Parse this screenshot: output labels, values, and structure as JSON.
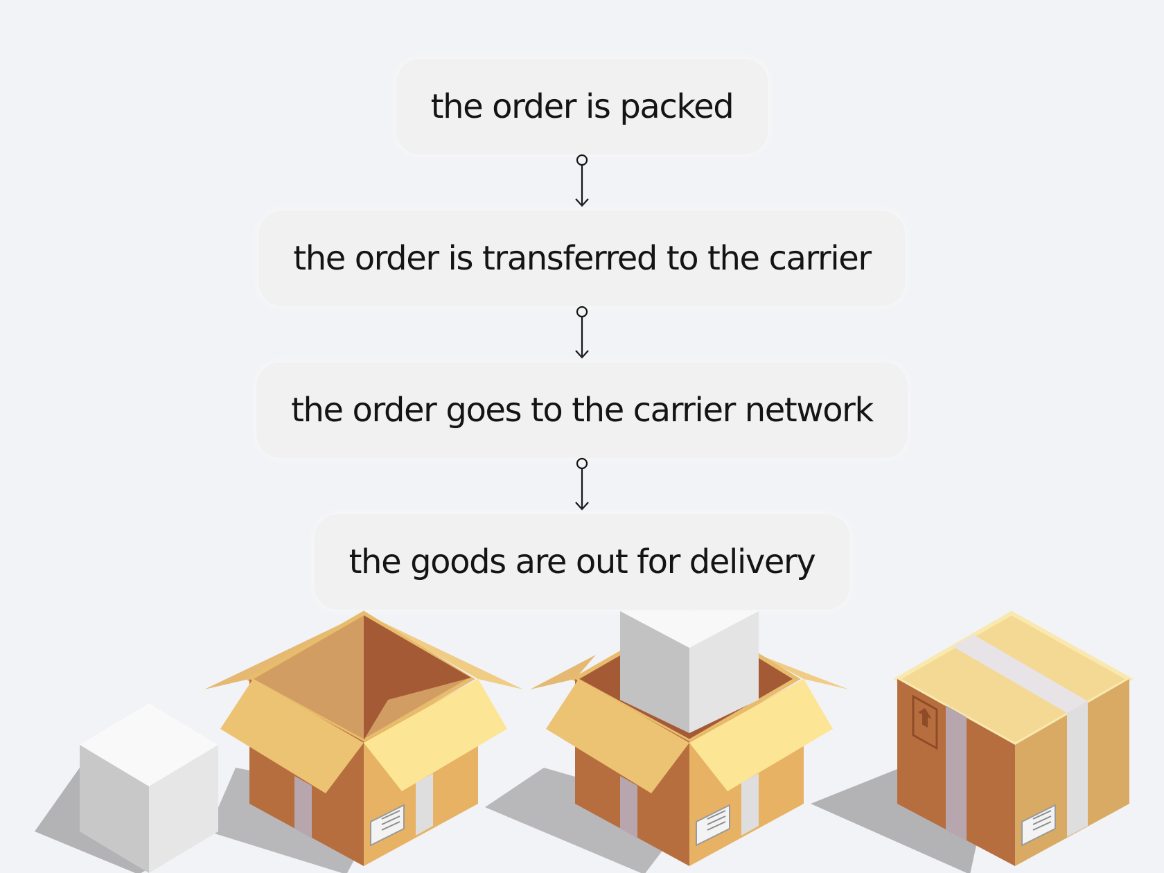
{
  "steps": [
    {
      "label": "the order is packed"
    },
    {
      "label": "the order is transferred to the carrier"
    },
    {
      "label": "the order goes to the carrier network"
    },
    {
      "label": "the goods are out for delivery"
    }
  ],
  "illustration": {
    "items": [
      "white-cube",
      "open-empty-box",
      "open-box-with-item",
      "sealed-box"
    ]
  },
  "colors": {
    "background": "#f2f3f6",
    "step_fill": "#f1f1f2",
    "text": "#141414",
    "cardboard_light": "#fde596",
    "cardboard_mid": "#e7bc6c",
    "cardboard_dark": "#b76e3e",
    "tape": "#b7a6ae"
  }
}
